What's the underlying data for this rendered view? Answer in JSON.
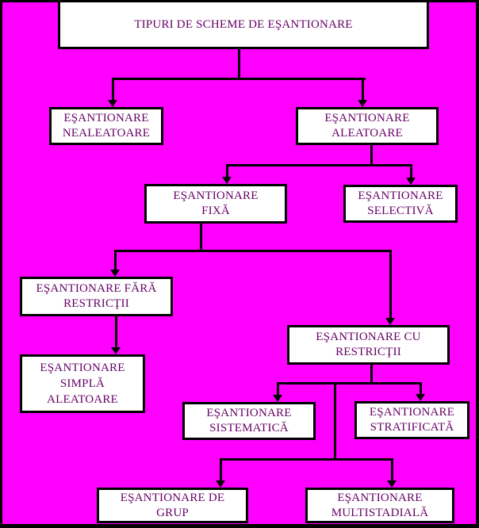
{
  "diagram": {
    "type": "flowchart",
    "language": "ro",
    "colors": {
      "background": "#FF00FF",
      "box_fill": "#FFFFFF",
      "border": "#000000",
      "text": "#660066"
    },
    "nodes": {
      "tipuri": {
        "label": [
          "TIPURI DE SCHEME DE EŞANTIONARE"
        ]
      },
      "nealeatoare": {
        "label": [
          "EŞANTIONARE",
          "NEALEATOARE"
        ]
      },
      "aleatoare": {
        "label": [
          "EŞANTIONARE",
          "ALEATOARE"
        ]
      },
      "fixa": {
        "label": [
          "EŞANTIONARE",
          "FIXĂ"
        ]
      },
      "selectiva": {
        "label": [
          "EŞANTIONARE",
          "SELECTIVĂ"
        ]
      },
      "fara_restrictii": {
        "label": [
          "EŞANTIONARE FĂRĂ",
          "RESTRICŢII"
        ]
      },
      "simpla_aleatoare": {
        "label": [
          "EŞANTIONARE",
          "SIMPLĂ",
          "ALEATOARE"
        ]
      },
      "cu_restrictii": {
        "label": [
          "EŞANTIONARE CU",
          "RESTRICŢII"
        ]
      },
      "sistematica": {
        "label": [
          "EŞANTIONARE",
          "SISTEMATICĂ"
        ]
      },
      "stratificata": {
        "label": [
          "EŞANTIONARE",
          "STRATIFICATĂ"
        ]
      },
      "de_grup": {
        "label": [
          "EŞANTIONARE DE",
          "GRUP"
        ]
      },
      "multistadiala": {
        "label": [
          "EŞANTIONARE",
          "MULTISTADIALĂ"
        ]
      }
    },
    "edges": [
      {
        "from": "tipuri",
        "to": "nealeatoare"
      },
      {
        "from": "tipuri",
        "to": "aleatoare"
      },
      {
        "from": "aleatoare",
        "to": "fixa"
      },
      {
        "from": "aleatoare",
        "to": "selectiva"
      },
      {
        "from": "fixa",
        "to": "fara_restrictii"
      },
      {
        "from": "fixa",
        "to": "cu_restrictii"
      },
      {
        "from": "fara_restrictii",
        "to": "simpla_aleatoare"
      },
      {
        "from": "cu_restrictii",
        "to": "sistematica"
      },
      {
        "from": "cu_restrictii",
        "to": "stratificata"
      },
      {
        "from": "cu_restrictii",
        "to": "de_grup"
      },
      {
        "from": "cu_restrictii",
        "to": "multistadiala"
      }
    ]
  }
}
